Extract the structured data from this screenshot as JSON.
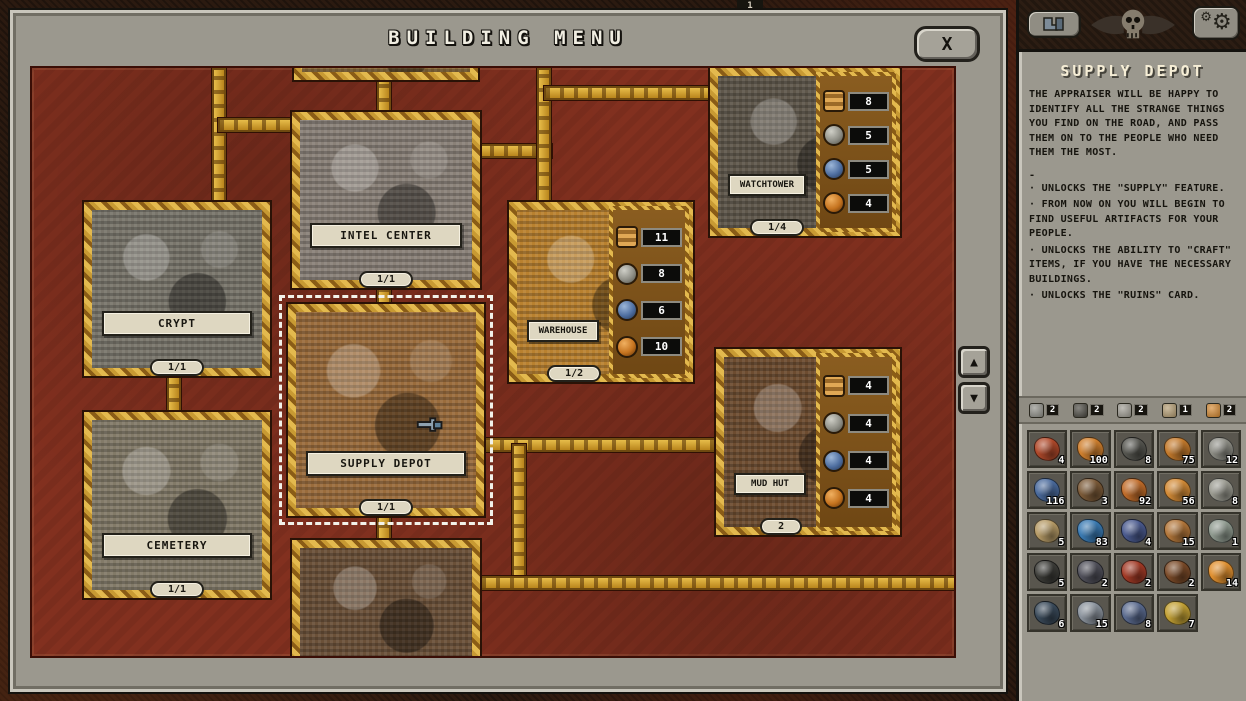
{
  "hud": {
    "top_badge": "1"
  },
  "icons": {
    "close": "X",
    "scroll_up": "▲",
    "scroll_down": "▼",
    "gear": "⚙"
  },
  "menu": {
    "title": "BUILDING MENU"
  },
  "buildings": [
    {
      "name": "CRYPT",
      "count": "1/1"
    },
    {
      "name": "CEMETERY",
      "count": "1/1"
    },
    {
      "name": "INTEL CENTER",
      "count": "1/1"
    },
    {
      "name": "SUPPLY DEPOT",
      "count": "1/1",
      "selected": true
    },
    {
      "name": "WATCHTOWER",
      "count": "1/4",
      "costs": [
        {
          "resource": "wood",
          "value": "8"
        },
        {
          "resource": "stone",
          "value": "5"
        },
        {
          "resource": "metal",
          "value": "5"
        },
        {
          "resource": "food",
          "value": "4"
        }
      ]
    },
    {
      "name": "WAREHOUSE",
      "count": "1/2",
      "costs": [
        {
          "resource": "wood",
          "value": "11"
        },
        {
          "resource": "stone",
          "value": "8"
        },
        {
          "resource": "metal",
          "value": "6"
        },
        {
          "resource": "food",
          "value": "10"
        }
      ]
    },
    {
      "name": "MUD HUT",
      "count": "2",
      "costs": [
        {
          "resource": "wood",
          "value": "4"
        },
        {
          "resource": "stone",
          "value": "4"
        },
        {
          "resource": "metal",
          "value": "4"
        },
        {
          "resource": "food",
          "value": "4"
        }
      ]
    }
  ],
  "info_panel": {
    "title": "SUPPLY DEPOT",
    "description": "THE APPRAISER WILL BE HAPPY TO IDENTIFY ALL THE STRANGE THINGS YOU FIND ON THE ROAD, AND PASS THEM ON TO THE PEOPLE WHO NEED THEM THE MOST.",
    "divider": "-",
    "bullets": [
      "· UNLOCKS THE \"SUPPLY\" FEATURE.",
      "· FROM NOW ON YOU WILL BEGIN TO FIND USEFUL ARTIFACTS FOR YOUR PEOPLE.",
      "· UNLOCKS THE ABILITY TO \"CRAFT\" ITEMS, IF YOU HAVE THE NECESSARY BUILDINGS.",
      "· UNLOCKS THE \"RUINS\" CARD."
    ],
    "resource_tabs": [
      {
        "count": "2",
        "color": "#8d8d85"
      },
      {
        "count": "2",
        "color": "#46443c"
      },
      {
        "count": "2",
        "color": "#9d9a90"
      },
      {
        "count": "1",
        "color": "#b29a6e"
      },
      {
        "count": "2",
        "color": "#d4862c"
      }
    ],
    "inventory": [
      {
        "count": "4",
        "color": "#b0492a"
      },
      {
        "count": "100",
        "color": "#cf7f2e"
      },
      {
        "count": "8",
        "color": "#565650"
      },
      {
        "count": "75",
        "color": "#c47a2c"
      },
      {
        "count": "12",
        "color": "#8d8d85"
      },
      {
        "count": "116",
        "color": "#4a6a9c"
      },
      {
        "count": "3",
        "color": "#7b5a38"
      },
      {
        "count": "92",
        "color": "#c06c2a"
      },
      {
        "count": "56",
        "color": "#d28a36"
      },
      {
        "count": "8",
        "color": "#9a9a90"
      },
      {
        "count": "5",
        "color": "#b59a66"
      },
      {
        "count": "83",
        "color": "#3a7ab2"
      },
      {
        "count": "4",
        "color": "#4a5a8e"
      },
      {
        "count": "15",
        "color": "#b2763a"
      },
      {
        "count": "1",
        "color": "#8f9a8f"
      },
      {
        "count": "5",
        "color": "#3c3c38"
      },
      {
        "count": "2",
        "color": "#50505a"
      },
      {
        "count": "2",
        "color": "#a23a26"
      },
      {
        "count": "2",
        "color": "#7a4a28"
      },
      {
        "count": "14",
        "color": "#e09030"
      },
      {
        "count": "6",
        "color": "#3a4a5a"
      },
      {
        "count": "15",
        "color": "#8a929c"
      },
      {
        "count": "8",
        "color": "#5a6a8e"
      },
      {
        "count": "7",
        "color": "#c2a034"
      }
    ]
  }
}
